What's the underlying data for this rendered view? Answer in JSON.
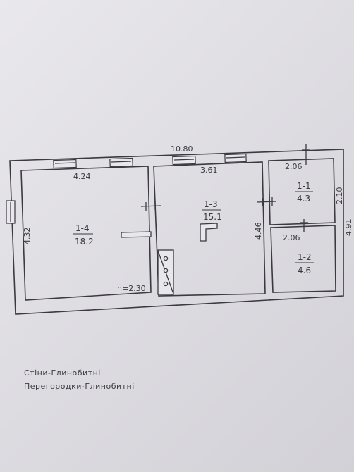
{
  "dimensions": {
    "total_width": "10.80",
    "room_1_4_width": "4.24",
    "room_1_3_width": "3.61",
    "room_1_1_width": "2.06",
    "room_1_2_width": "2.06",
    "left_depth": "4.32",
    "room_1_3_depth": "4.46",
    "room_1_1_depth": "2.10",
    "total_depth": "4.91"
  },
  "rooms": [
    {
      "id": "1-4",
      "area": "18.2"
    },
    {
      "id": "1-3",
      "area": "15.1"
    },
    {
      "id": "1-1",
      "area": "4.3"
    },
    {
      "id": "1-2",
      "area": "4.6"
    }
  ],
  "ceiling_height": "h=2.30",
  "legend": {
    "walls": "Стіни-Глинобитні",
    "partitions": "Перегородки-Глинобитні"
  },
  "colors": {
    "ink": "#3b3a40",
    "paper": "#e4e3e8"
  }
}
